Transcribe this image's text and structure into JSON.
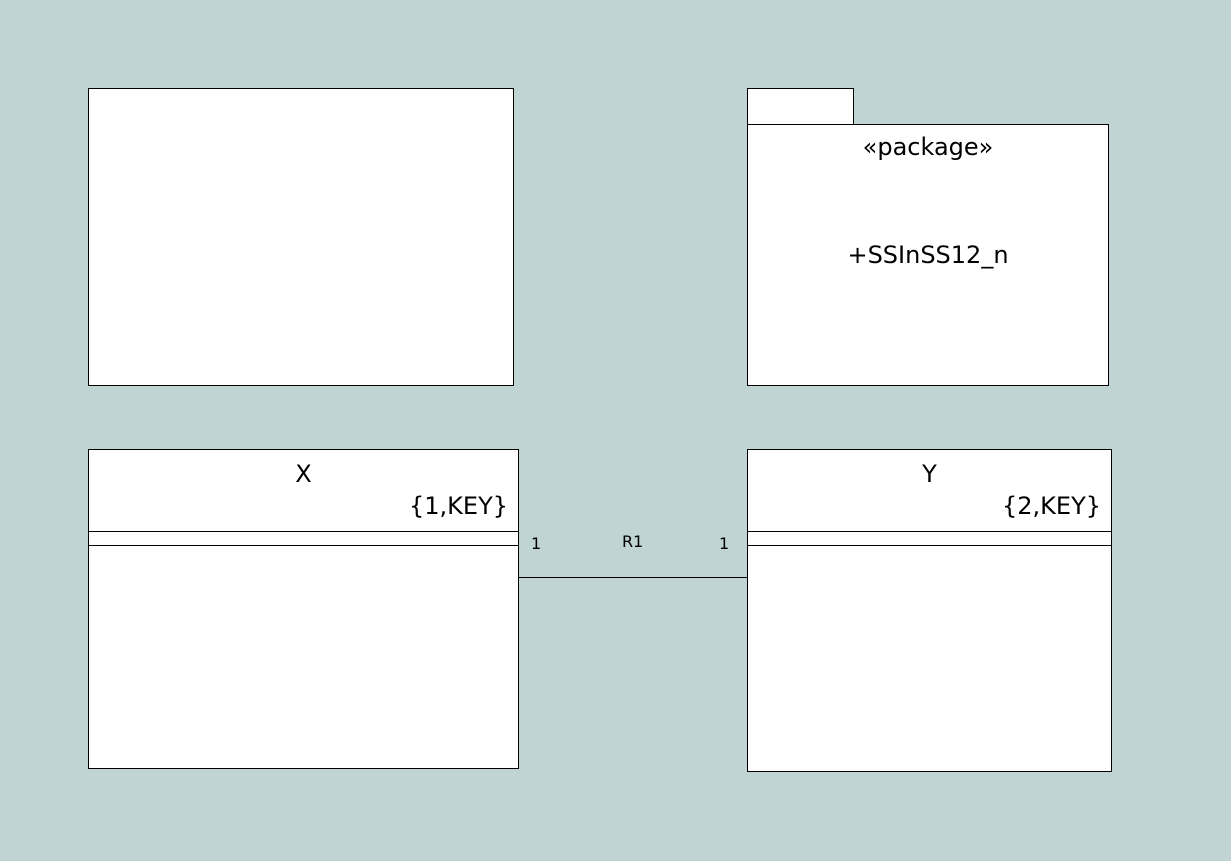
{
  "package": {
    "stereotype": "«package»",
    "member": "+SSInSS12_n"
  },
  "classes": [
    {
      "name": "X",
      "constraint": "{1,KEY}"
    },
    {
      "name": "Y",
      "constraint": "{2,KEY}"
    }
  ],
  "association": {
    "name": "R1",
    "multiplicity_x": "1",
    "multiplicity_y": "1"
  },
  "colors": {
    "background": "#bfd4d3",
    "shape_fill": "#ffffff",
    "stroke": "#000000"
  }
}
